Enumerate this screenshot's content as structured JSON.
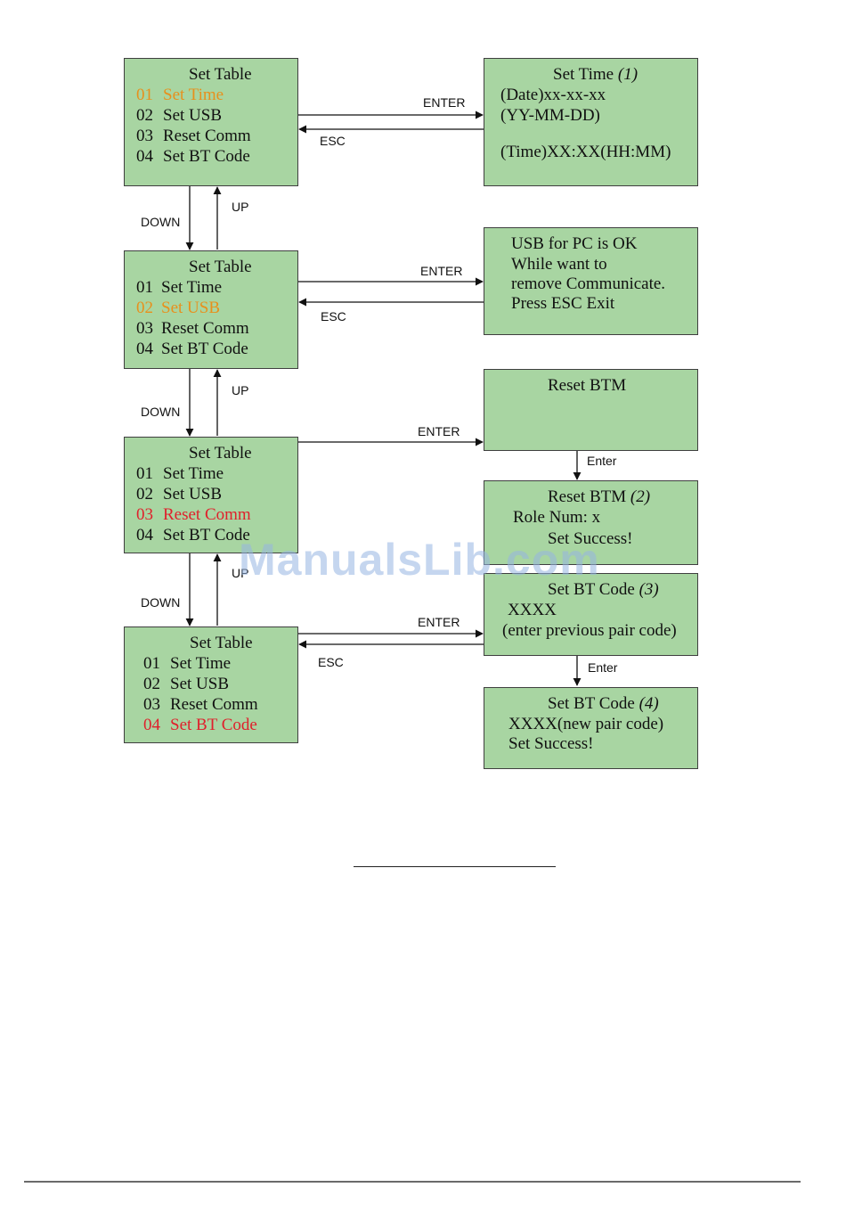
{
  "menu_boxes": [
    {
      "title": "Set Table",
      "items": [
        {
          "num": "01",
          "label": "Set Time"
        },
        {
          "num": "02",
          "label": "Set USB"
        },
        {
          "num": "03",
          "label": "Reset Comm"
        },
        {
          "num": "04",
          "label": "Set BT Code"
        }
      ],
      "selected": 0,
      "highlight_color": "#e8901c"
    },
    {
      "title": "Set Table",
      "items": [
        {
          "num": "01",
          "label": "Set Time"
        },
        {
          "num": "02",
          "label": "Set USB"
        },
        {
          "num": "03",
          "label": "Reset Comm"
        },
        {
          "num": "04",
          "label": "Set BT Code"
        }
      ],
      "selected": 1,
      "highlight_color": "#e8901c"
    },
    {
      "title": "Set Table",
      "items": [
        {
          "num": "01",
          "label": "Set Time"
        },
        {
          "num": "02",
          "label": "Set USB"
        },
        {
          "num": "03",
          "label": "Reset Comm"
        },
        {
          "num": "04",
          "label": "Set BT Code"
        }
      ],
      "selected": 2,
      "highlight_color": "#e0202c"
    },
    {
      "title": "Set Table",
      "items": [
        {
          "num": "01",
          "label": "Set Time"
        },
        {
          "num": "02",
          "label": "Set USB"
        },
        {
          "num": "03",
          "label": "Reset Comm"
        },
        {
          "num": "04",
          "label": "Set BT Code"
        }
      ],
      "selected": 3,
      "highlight_color": "#e0202c"
    }
  ],
  "set_time": {
    "title": "Set Time",
    "step": "(1)",
    "line1": "(Date)xx-xx-xx",
    "line2": "(YY-MM-DD)",
    "line3": "(Time)XX:XX(HH:MM)"
  },
  "usb": {
    "line1": "USB for PC is OK",
    "line2": "While want to",
    "line3": "remove Communicate.",
    "line4": "Press ESC Exit"
  },
  "reset_btm": {
    "title": "Reset BTM"
  },
  "reset_btm2": {
    "title": "Reset BTM",
    "step": "(2)",
    "line1": "Role Num: x",
    "line2": "Set Success!"
  },
  "bt_code3": {
    "title": "Set BT Code",
    "step": "(3)",
    "line1": "XXXX",
    "line2": "(enter previous pair code)"
  },
  "bt_code4": {
    "title": "Set BT Code",
    "step": "(4)",
    "line1": "XXXX(new pair code)",
    "line2": "Set Success!"
  },
  "labels": {
    "enter": "ENTER",
    "esc": "ESC",
    "up": "UP",
    "down": "DOWN",
    "enter_small": "Enter"
  },
  "watermark": "ManualsLib.com",
  "colors": {
    "box_fill": "#a8d5a2",
    "selected_orange": "#e8901c",
    "selected_red": "#e0202c",
    "watermark": "#96b4e1"
  }
}
